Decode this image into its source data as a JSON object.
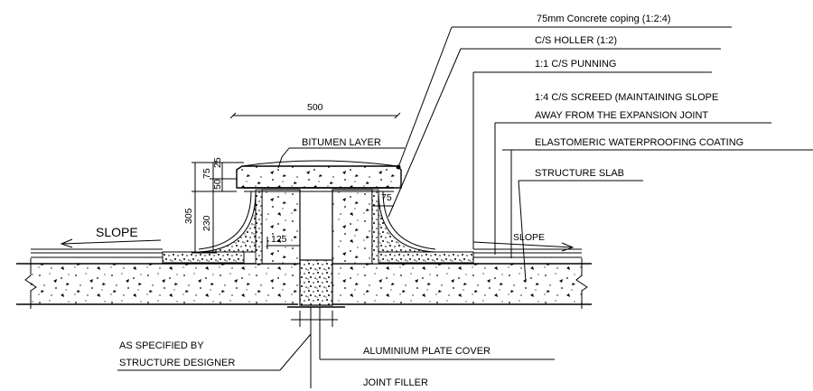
{
  "labels": {
    "coping": "75mm Concrete coping (1:2:4)",
    "holler": "C/S HOLLER (1:2)",
    "punning": "1:1 C/S PUNNING",
    "screed_line1": "1:4 C/S SCREED (MAINTAINING SLOPE",
    "screed_line2": "AWAY FROM THE EXPANSION JOINT",
    "waterproofing": "ELASTOMERIC WATERPROOFING COATING",
    "structure_slab": "STRUCTURE SLAB",
    "bitumen": "BITUMEN LAYER",
    "slope_left": "SLOPE",
    "slope_right": "SLOPE",
    "as_specified_line1": "AS SPECIFIED BY",
    "as_specified_line2": "STRUCTURE DESIGNER",
    "aluminium": "ALUMINIUM PLATE COVER",
    "joint_filler": "JOINT FILLER"
  },
  "dimensions": {
    "width_500": "500",
    "d75": "75",
    "d50": "50",
    "d25": "25",
    "h305": "305",
    "h230": "230",
    "d75_right": "75",
    "d125": "125"
  },
  "colors": {
    "line": "#000000",
    "background": "#ffffff"
  }
}
